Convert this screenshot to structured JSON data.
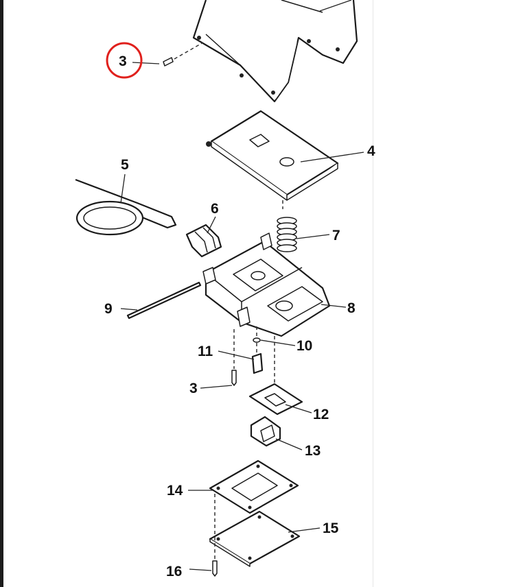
{
  "callouts": [
    {
      "id": "3-highlighted",
      "text": "3"
    },
    {
      "id": "4",
      "text": "4"
    },
    {
      "id": "5",
      "text": "5"
    },
    {
      "id": "6",
      "text": "6"
    },
    {
      "id": "7",
      "text": "7"
    },
    {
      "id": "8",
      "text": "8"
    },
    {
      "id": "9",
      "text": "9"
    },
    {
      "id": "10",
      "text": "10"
    },
    {
      "id": "11",
      "text": "11"
    },
    {
      "id": "3-lower",
      "text": "3"
    },
    {
      "id": "12",
      "text": "12"
    },
    {
      "id": "13",
      "text": "13"
    },
    {
      "id": "14",
      "text": "14"
    },
    {
      "id": "15",
      "text": "15"
    },
    {
      "id": "16",
      "text": "16"
    }
  ],
  "highlight": {
    "target": "3",
    "color": "#e0201c"
  },
  "colors": {
    "line": "#1a1a1a",
    "background": "#ffffff",
    "rail": "#1c1c1c"
  }
}
